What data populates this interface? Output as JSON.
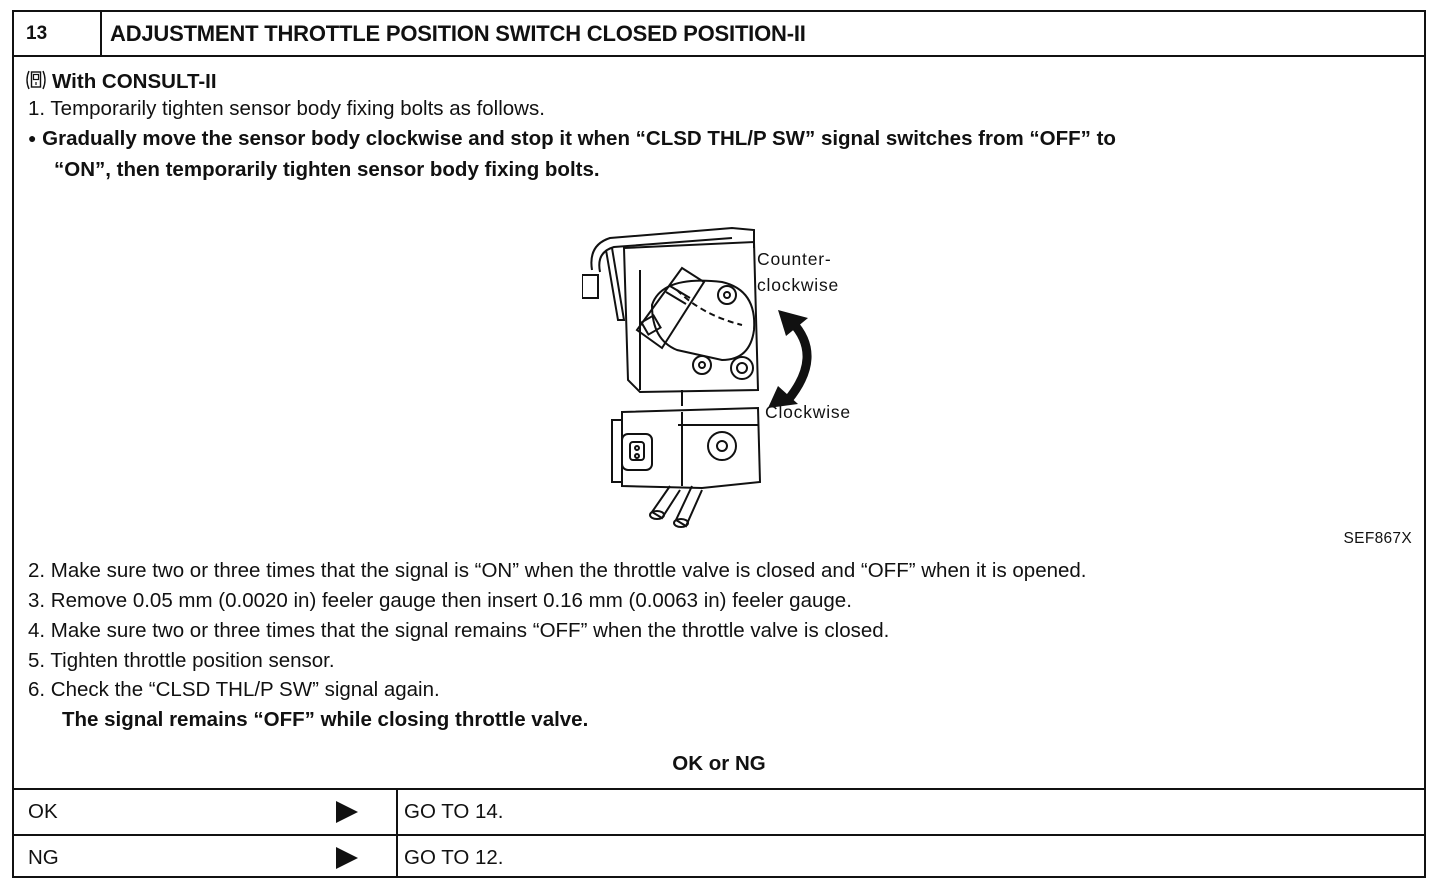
{
  "header": {
    "number": "13",
    "title": "ADJUSTMENT THROTTLE POSITION SWITCH CLOSED POSITION-II"
  },
  "consult": {
    "icon": "consult-tester-icon",
    "label": "With CONSULT-II"
  },
  "steps_top": {
    "s1": "1.  Temporarily tighten sensor body fixing bolts as follows.",
    "bullet_line1": "Gradually move the sensor body clockwise and stop it when “CLSD THL/P SW” signal switches from “OFF” to",
    "bullet_line2": "“ON”, then temporarily tighten sensor body fixing bolts."
  },
  "figure": {
    "label_ccw_1": "Counter-",
    "label_ccw_2": "clockwise",
    "label_cw": "Clockwise",
    "code": "SEF867X"
  },
  "steps_bottom": {
    "s2": "2.  Make sure two or three times that the signal is “ON” when the throttle valve is closed and “OFF” when it is opened.",
    "s3": "3.  Remove 0.05 mm (0.0020 in) feeler gauge then insert 0.16 mm (0.0063 in) feeler gauge.",
    "s4": "4.  Make sure two or three times that the signal remains “OFF” when the throttle valve is closed.",
    "s5": "5.  Tighten throttle position sensor.",
    "s6": "6.  Check the “CLSD THL/P SW” signal again.",
    "s6_result": "The signal remains “OFF” while closing throttle valve."
  },
  "decision": {
    "prompt": "OK or NG",
    "rows": [
      {
        "label": "OK",
        "action": "GO TO 14."
      },
      {
        "label": "NG",
        "action": "GO TO 12."
      }
    ]
  }
}
